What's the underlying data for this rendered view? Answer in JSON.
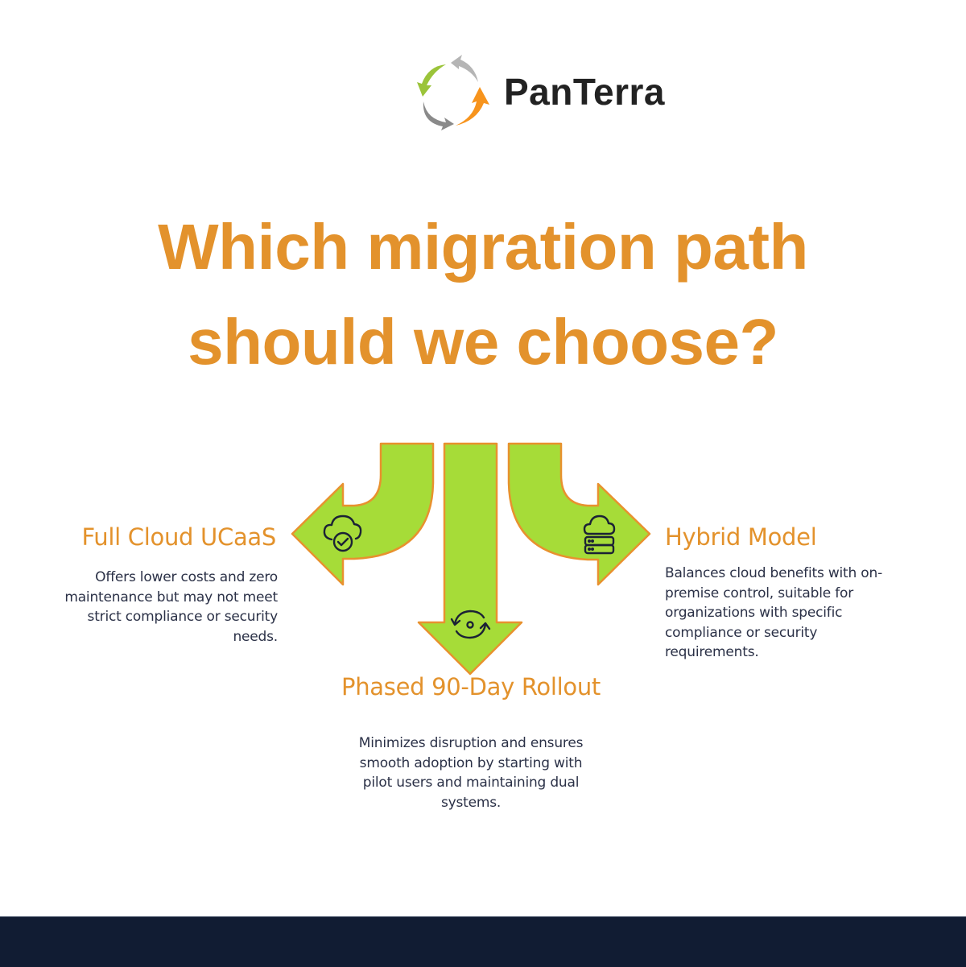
{
  "brand": {
    "name": "PanTerra",
    "logo_icon": "circular-arrows-logo-icon",
    "logo_colors": {
      "green": "#9bc43a",
      "light_gray": "#b5b5b5",
      "orange": "#f7941d",
      "dark_gray": "#8a8a8a"
    },
    "text_color": "#222222"
  },
  "title": {
    "line1": "Which migration path",
    "line2": "should we choose?",
    "color": "#e3922c"
  },
  "diagram": {
    "arrow_fill": "#a6dc38",
    "arrow_outline": "#e8912e",
    "options": [
      {
        "id": "full-cloud",
        "direction": "left",
        "icon": "cloud-check-icon",
        "heading": "Full Cloud UCaaS",
        "description_lines": [
          "Offers lower costs and zero",
          "maintenance but may not meet",
          "strict compliance or security",
          "needs."
        ]
      },
      {
        "id": "phased-rollout",
        "direction": "down",
        "icon": "sync-cycle-icon",
        "heading": "Phased 90-Day Rollout",
        "description_lines": [
          "Minimizes disruption and ensures",
          "smooth adoption by starting with",
          "pilot users and maintaining dual",
          "systems."
        ]
      },
      {
        "id": "hybrid-model",
        "direction": "right",
        "icon": "cloud-server-icon",
        "heading": "Hybrid Model",
        "description_lines": [
          "Balances cloud benefits with on-",
          "premise control, suitable for",
          "organizations with specific",
          "compliance or security",
          "requirements."
        ]
      }
    ]
  },
  "footer": {
    "background": "#111c33"
  }
}
